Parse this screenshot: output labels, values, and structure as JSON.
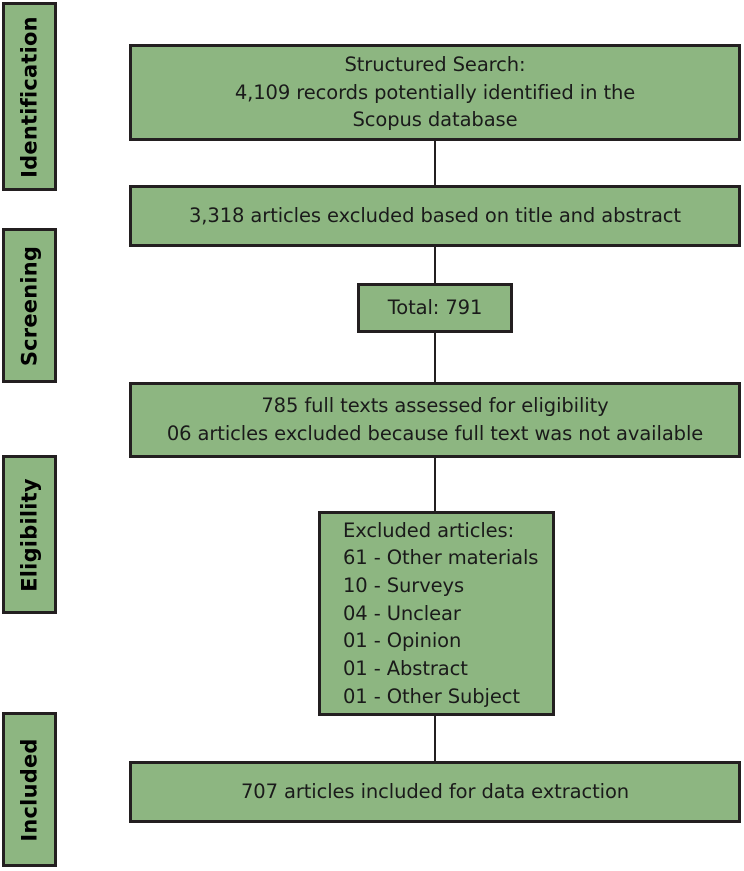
{
  "figure": {
    "type": "prisma-flow-diagram",
    "background_color": "#FFFFFF",
    "box_fill_color": "#8DB681",
    "box_border_color": "#231F20",
    "text_color": "#1A1A1A"
  },
  "stages": [
    {
      "label": "Identification"
    },
    {
      "label": "Screening"
    },
    {
      "label": "Eligibility"
    },
    {
      "label": "Included"
    }
  ],
  "flow": {
    "boxes": [
      {
        "id": "structured-search",
        "text": "Structured Search:\n4,109 records potentially identified in the\nScopus database"
      },
      {
        "id": "excluded-title-abstract",
        "text": "3,318 articles excluded based on title and abstract"
      },
      {
        "id": "total-791",
        "text": "Total: 791"
      },
      {
        "id": "full-texts-assessed",
        "text": "785 full texts assessed for eligibility\n06 articles excluded because full text was not available"
      },
      {
        "id": "excluded-articles",
        "text": "Excluded articles:\n61 - Other materials\n10 - Surveys\n04 - Unclear\n01 - Opinion\n01 - Abstract\n01 - Other Subject"
      },
      {
        "id": "included-for-extraction",
        "text": "707 articles included for data extraction"
      }
    ]
  }
}
